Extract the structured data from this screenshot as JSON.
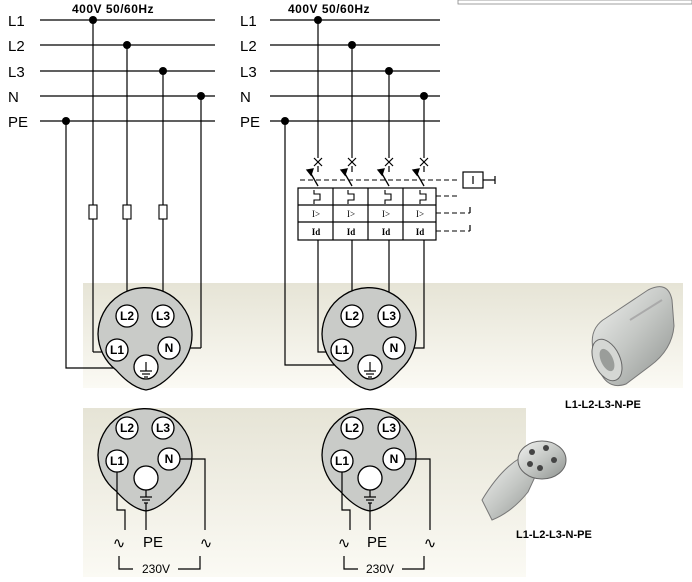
{
  "voltage": "400V 50/60Hz",
  "bus_labels": [
    "L1",
    "L2",
    "L3",
    "N",
    "PE"
  ],
  "pins": {
    "l1": "L1",
    "l2": "L2",
    "l3": "L3",
    "n": "N"
  },
  "breaker_labels": {
    "overcurrent": "I>",
    "residual": "Id"
  },
  "socket_caption": "L1-L2-L3-N-PE",
  "plug_caption": "L1-L2-L3-N-PE",
  "outlet_230": {
    "phase_symbol": "∿",
    "pe_label": "PE",
    "voltage": "230V"
  },
  "colors": {
    "line": "#000000",
    "panel": "#ecebe0",
    "panel_light": "#f7f6ee",
    "connector": "#c9cbc8"
  }
}
